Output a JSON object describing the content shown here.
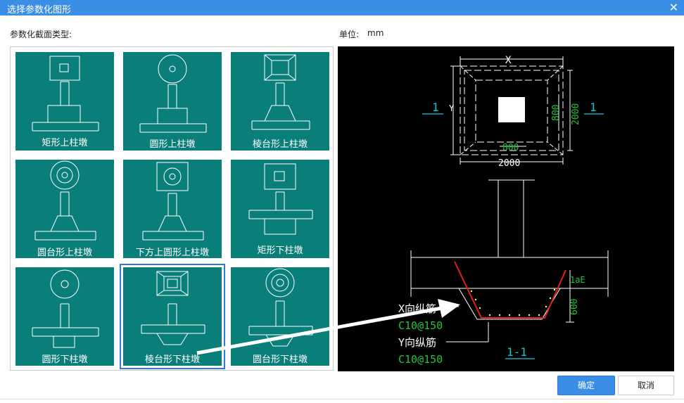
{
  "window": {
    "title": "选择参数化图形",
    "close_glyph": "✕"
  },
  "labels": {
    "section_type": "参数化截面类型:",
    "unit_label": "单位:",
    "unit_value": "mm"
  },
  "shapes": [
    {
      "label": "矩形上柱墩"
    },
    {
      "label": "圆形上柱墩"
    },
    {
      "label": "棱台形上柱墩"
    },
    {
      "label": "圆台形上柱墩"
    },
    {
      "label": "下方上圆形上柱墩"
    },
    {
      "label": "矩形下柱墩"
    },
    {
      "label": "圆形下柱墩"
    },
    {
      "label": "棱台形下柱墩"
    },
    {
      "label": "圆台形下柱墩"
    }
  ],
  "selected_shape": "棱台形下柱墩",
  "preview": {
    "dim_x": "X",
    "dim_y": "Y",
    "dim_inner_w": "800",
    "dim_outer_w": "2000",
    "dim_inner_h": "800",
    "dim_outer_h": "2000",
    "section_mark_left": "1",
    "section_mark_right": "1",
    "anchor_label": "1aE",
    "depth_label": "600",
    "x_bar_label": "X向纵筋",
    "x_bar_spec": "C10@150",
    "y_bar_label": "Y向纵筋",
    "y_bar_spec": "C10@150",
    "section_title": "1-1"
  },
  "buttons": {
    "ok": "确定",
    "cancel": "取消"
  },
  "colors": {
    "titlebar": "#3a8ee6",
    "tile": "#0a7f7a",
    "select_border": "#2f7ad8",
    "dim_green": "#22c33a",
    "mark_cyan": "#19c6d1",
    "rebar_red": "#e0201e"
  }
}
